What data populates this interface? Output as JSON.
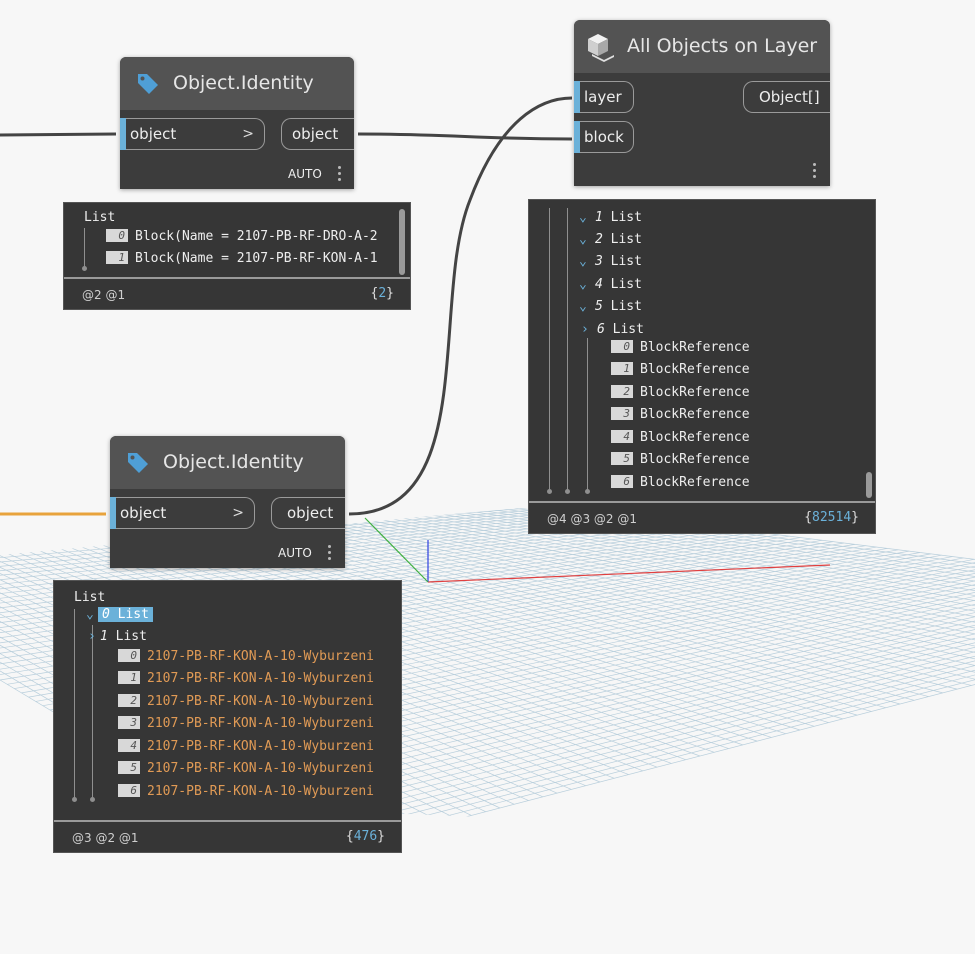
{
  "nodes": {
    "identity1": {
      "title": "Object.Identity",
      "icon": "tag-icon",
      "input_label": "object",
      "output_label": "object",
      "lacing": "AUTO"
    },
    "identity2": {
      "title": "Object.Identity",
      "icon": "tag-icon",
      "input_label": "object",
      "output_label": "object",
      "lacing": "AUTO"
    },
    "all_objects": {
      "title": "All Objects on Layer",
      "icon": "cube-icon",
      "input_layer": "layer",
      "input_block": "block",
      "output_label": "Object[]"
    }
  },
  "previews": {
    "p1": {
      "root": "List",
      "items": [
        {
          "index": "0",
          "value": "Block(Name = 2107-PB-RF-DRO-A-2"
        },
        {
          "index": "1",
          "value": "Block(Name = 2107-PB-RF-KON-A-1"
        }
      ],
      "levels": "@2 @1",
      "count": "2"
    },
    "p2": {
      "lists": [
        {
          "index": "1",
          "label": "List"
        },
        {
          "index": "2",
          "label": "List"
        },
        {
          "index": "3",
          "label": "List"
        },
        {
          "index": "4",
          "label": "List"
        },
        {
          "index": "5",
          "label": "List"
        },
        {
          "index": "6",
          "label": "List"
        }
      ],
      "items": [
        {
          "index": "0",
          "value": "BlockReference"
        },
        {
          "index": "1",
          "value": "BlockReference"
        },
        {
          "index": "2",
          "value": "BlockReference"
        },
        {
          "index": "3",
          "value": "BlockReference"
        },
        {
          "index": "4",
          "value": "BlockReference"
        },
        {
          "index": "5",
          "value": "BlockReference"
        },
        {
          "index": "6",
          "value": "BlockReference"
        }
      ],
      "levels": "@4 @3 @2 @1",
      "count": "82514"
    },
    "p3": {
      "root": "List",
      "list0": {
        "index": "0",
        "label": "List"
      },
      "list1": {
        "index": "1",
        "label": "List"
      },
      "items": [
        {
          "index": "0",
          "value": "2107-PB-RF-KON-A-10-Wyburzeni"
        },
        {
          "index": "1",
          "value": "2107-PB-RF-KON-A-10-Wyburzeni"
        },
        {
          "index": "2",
          "value": "2107-PB-RF-KON-A-10-Wyburzeni"
        },
        {
          "index": "3",
          "value": "2107-PB-RF-KON-A-10-Wyburzeni"
        },
        {
          "index": "4",
          "value": "2107-PB-RF-KON-A-10-Wyburzeni"
        },
        {
          "index": "5",
          "value": "2107-PB-RF-KON-A-10-Wyburzeni"
        },
        {
          "index": "6",
          "value": "2107-PB-RF-KON-A-10-Wyburzeni"
        }
      ],
      "levels": "@3 @2 @1",
      "count": "476"
    }
  },
  "colors": {
    "accent": "#6bb1d9",
    "string_value": "#e09a55",
    "wire": "#444444",
    "wire_orange": "#e8a33c",
    "node_body": "#3c3c3c",
    "node_header": "#535353"
  }
}
